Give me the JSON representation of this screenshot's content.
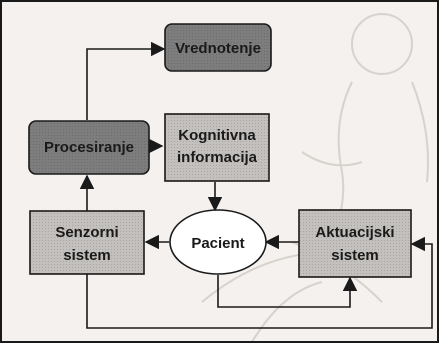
{
  "diagram": {
    "nodes": {
      "vrednotenje": {
        "label": "Vrednotenje",
        "style": "dark"
      },
      "procesiranje": {
        "label": "Procesiranje",
        "style": "dark"
      },
      "kognitivna": {
        "lines": [
          "Kognitivna",
          "informacija"
        ],
        "style": "light"
      },
      "senzorni": {
        "lines": [
          "Senzorni",
          "sistem"
        ],
        "style": "light"
      },
      "pacient": {
        "label": "Pacient",
        "style": "ellipse"
      },
      "aktuacijski": {
        "lines": [
          "Aktuacijski",
          "sistem"
        ],
        "style": "light"
      }
    },
    "colors": {
      "dark_fill": "#7d7d7d",
      "light_fill": "#c3c0bd",
      "ellipse_fill": "#ffffff",
      "background": "#f4f1ee",
      "stroke": "#1a1a1a"
    }
  }
}
